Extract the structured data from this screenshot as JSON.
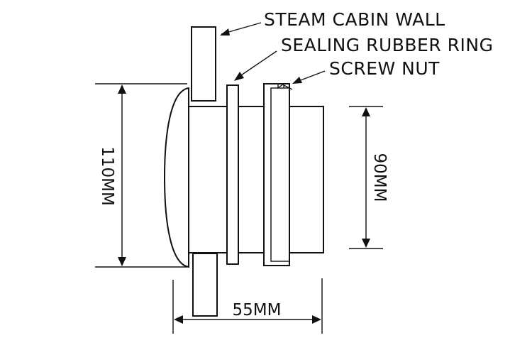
{
  "labels": {
    "wall": "STEAM CABIN WALL",
    "ring": "SEALING RUBBER RING",
    "nut": "SCREW NUT"
  },
  "dimensions": {
    "height_outer": "110MM",
    "height_inner": "90MM",
    "length": "55MM"
  },
  "colors": {
    "line": "#111111",
    "background": "#ffffff"
  }
}
